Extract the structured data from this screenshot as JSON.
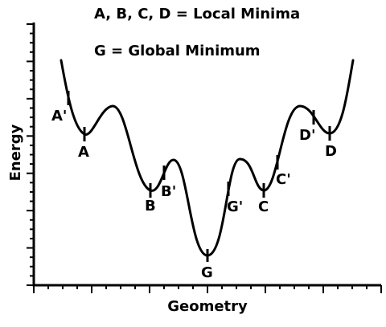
{
  "title_line1": "A, B, C, D = Local Minima",
  "title_line2": "G = Global Minimum",
  "axes": {
    "x_label": "Geometry",
    "y_label": "Energy"
  },
  "points": {
    "A_prime": "A'",
    "A": "A",
    "B": "B",
    "B_prime": "B'",
    "G": "G",
    "G_prime": "G'",
    "C": "C",
    "C_prime": "C'",
    "D_prime": "D'",
    "D": "D"
  },
  "colors": {
    "line": "#000000",
    "background": "#ffffff"
  }
}
